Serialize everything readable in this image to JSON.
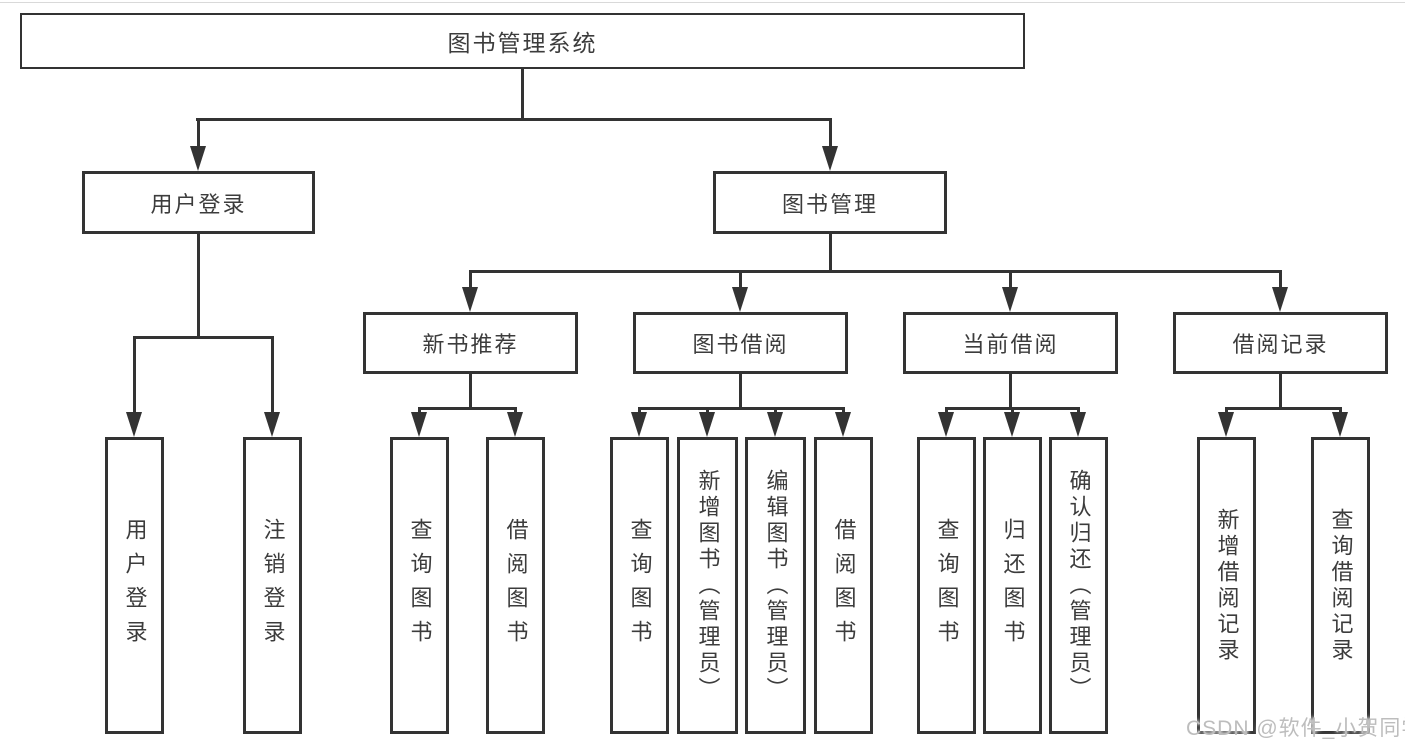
{
  "diagram_type": "hierarchy-tree",
  "colors": {
    "line": "#333333",
    "text": "#3c3c3c",
    "background": "#ffffff",
    "watermark": "#bdbdbd"
  },
  "tree": {
    "root": {
      "label": "图书管理系统"
    },
    "branches": [
      {
        "label": "用户登录",
        "children": [
          {
            "label": "用户登录"
          },
          {
            "label": "注销登录"
          }
        ]
      },
      {
        "label": "图书管理",
        "children": [
          {
            "label": "新书推荐",
            "children": [
              {
                "label": "查询图书"
              },
              {
                "label": "借阅图书"
              }
            ]
          },
          {
            "label": "图书借阅",
            "children": [
              {
                "label": "查询图书"
              },
              {
                "label": "新增图书（管理员）"
              },
              {
                "label": "编辑图书（管理员）"
              },
              {
                "label": "借阅图书"
              }
            ]
          },
          {
            "label": "当前借阅",
            "children": [
              {
                "label": "查询图书"
              },
              {
                "label": "归还图书"
              },
              {
                "label": "确认归还（管理员）"
              }
            ]
          },
          {
            "label": "借阅记录",
            "children": [
              {
                "label": "新增借阅记录"
              },
              {
                "label": "查询借阅记录"
              }
            ]
          }
        ]
      }
    ]
  },
  "watermark": {
    "text": "CSDN @软件_小贺同学"
  }
}
